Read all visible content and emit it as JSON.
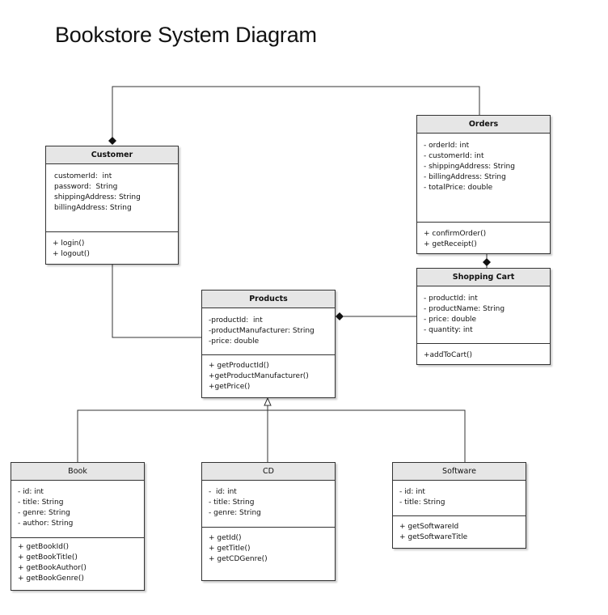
{
  "title": "Bookstore System Diagram",
  "classes": {
    "customer": {
      "name": "Customer",
      "attributes": [
        "customerId:  int",
        "password:  String",
        "shippingAddress: String",
        "billingAddress: String"
      ],
      "methods": [
        "+ login()",
        "+ logout()"
      ]
    },
    "orders": {
      "name": "Orders",
      "attributes": [
        "- orderId: int",
        "- customerId: int",
        "- shippingAddress: String",
        "- billingAddress: String",
        "- totalPrice: double"
      ],
      "methods": [
        "+ confirmOrder()",
        "+ getReceipt()"
      ]
    },
    "shopping_cart": {
      "name": "Shopping Cart",
      "attributes": [
        "- productId: int",
        "- productName: String",
        "- price: double",
        "- quantity: int"
      ],
      "methods": [
        "+addToCart()"
      ]
    },
    "products": {
      "name": "Products",
      "attributes": [
        "-productId:  int",
        "-productManufacturer: String",
        "-price: double"
      ],
      "methods": [
        "+ getProductId()",
        "+getProductManufacturer()",
        "+getPrice()"
      ]
    },
    "book": {
      "name": "Book",
      "attributes": [
        "- id: int",
        "- title: String",
        "- genre: String",
        "- author: String"
      ],
      "methods": [
        "+ getBookId()",
        "+ getBookTitle()",
        "+ getBookAuthor()",
        "+ getBookGenre()"
      ]
    },
    "cd": {
      "name": "CD",
      "attributes": [
        "-  id: int",
        "- title: String",
        "- genre: String"
      ],
      "methods": [
        "+ getId()",
        "+ getTitle()",
        "+ getCDGenre()"
      ]
    },
    "software": {
      "name": "Software",
      "attributes": [
        "- id: int",
        "- title: String"
      ],
      "methods": [
        "+ getSoftwareId",
        "+ getSoftwareTitle"
      ]
    }
  }
}
